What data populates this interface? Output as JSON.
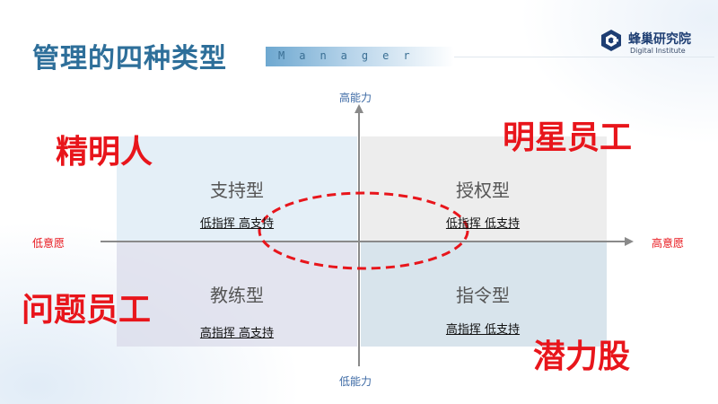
{
  "header": {
    "title": "管理的四种类型",
    "subtitle": "Manager",
    "logo_name": "蜂巢研究院",
    "logo_sub": "Digital Institute"
  },
  "axes": {
    "top": "高能力",
    "bottom": "低能力",
    "left": "低意愿",
    "right": "高意愿"
  },
  "quadrants": {
    "top_left": {
      "title": "支持型",
      "desc": "低指挥 高支持"
    },
    "top_right": {
      "title": "授权型",
      "desc": "低指挥 低支持"
    },
    "bottom_left": {
      "title": "教练型",
      "desc": "高指挥 高支持"
    },
    "bottom_right": {
      "title": "指令型",
      "desc": "高指挥 低支持"
    }
  },
  "labels": {
    "top_left": "精明人",
    "top_right": "明星员工",
    "bottom_left": "问题员工",
    "bottom_right": "潜力股"
  },
  "colors": {
    "title": "#2e6f9a",
    "accent_red": "#e8151b",
    "axis": "#8a8a8a",
    "logo": "#1e3e73"
  }
}
